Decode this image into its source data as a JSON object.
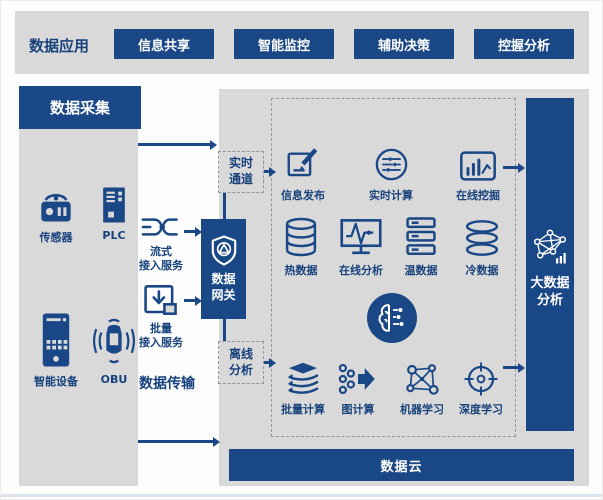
{
  "colors": {
    "primary_blue": "#1a4786",
    "label_blue": "#17427c",
    "panel_gray": "#d9d9d9",
    "white": "#ffffff",
    "dash_gray": "#8f969e"
  },
  "app_bar": {
    "title": "数据应用",
    "buttons": [
      {
        "label": "信息共享"
      },
      {
        "label": "智能监控"
      },
      {
        "label": "辅助决策"
      },
      {
        "label": "控握分析"
      }
    ]
  },
  "collection": {
    "title": "数据采集",
    "devices": [
      {
        "label": "传感器",
        "icon": "sensor-icon"
      },
      {
        "label": "PLC",
        "icon": "plc-icon"
      },
      {
        "label": "智能设备",
        "icon": "smart-device-icon"
      },
      {
        "label": "OBU",
        "icon": "obu-icon"
      }
    ]
  },
  "transmission": {
    "title": "数据传输",
    "services": [
      {
        "line1": "流式",
        "line2": "接入服务",
        "icon": "stream-access-icon"
      },
      {
        "line1": "批量",
        "line2": "接入服务",
        "icon": "batch-access-icon"
      }
    ]
  },
  "gateway": {
    "line1": "数据",
    "line2": "网关",
    "icon": "shield-gateway-icon"
  },
  "channels": {
    "realtime": {
      "line1": "实时",
      "line2": "通道"
    },
    "offline": {
      "line1": "离线",
      "line2": "分析"
    }
  },
  "platform": {
    "row1": [
      {
        "label": "信息发布",
        "icon": "publish-icon"
      },
      {
        "label": "实时计算",
        "icon": "realtime-compute-icon"
      },
      {
        "label": "在线挖掘",
        "icon": "mining-icon"
      }
    ],
    "row2": [
      {
        "label": "热数据",
        "icon": "hot-database-icon"
      },
      {
        "label": "在线分析",
        "icon": "monitor-pulse-icon"
      },
      {
        "label": "温数据",
        "icon": "server-rack-icon"
      },
      {
        "label": "冷数据",
        "icon": "cold-disc-stack-icon"
      }
    ],
    "center_icon": "ai-brain-icon",
    "row3": [
      {
        "label": "批量计算",
        "icon": "layer-stack-icon"
      },
      {
        "label": "图计算",
        "icon": "graph-compute-icon"
      },
      {
        "label": "机器学习",
        "icon": "machine-learning-icon"
      },
      {
        "label": "深度学习",
        "icon": "deep-learning-icon"
      }
    ]
  },
  "bigdata": {
    "line1": "大数据",
    "line2": "分析",
    "icon": "network-graph-icon"
  },
  "cloud": {
    "label": "数据云"
  }
}
